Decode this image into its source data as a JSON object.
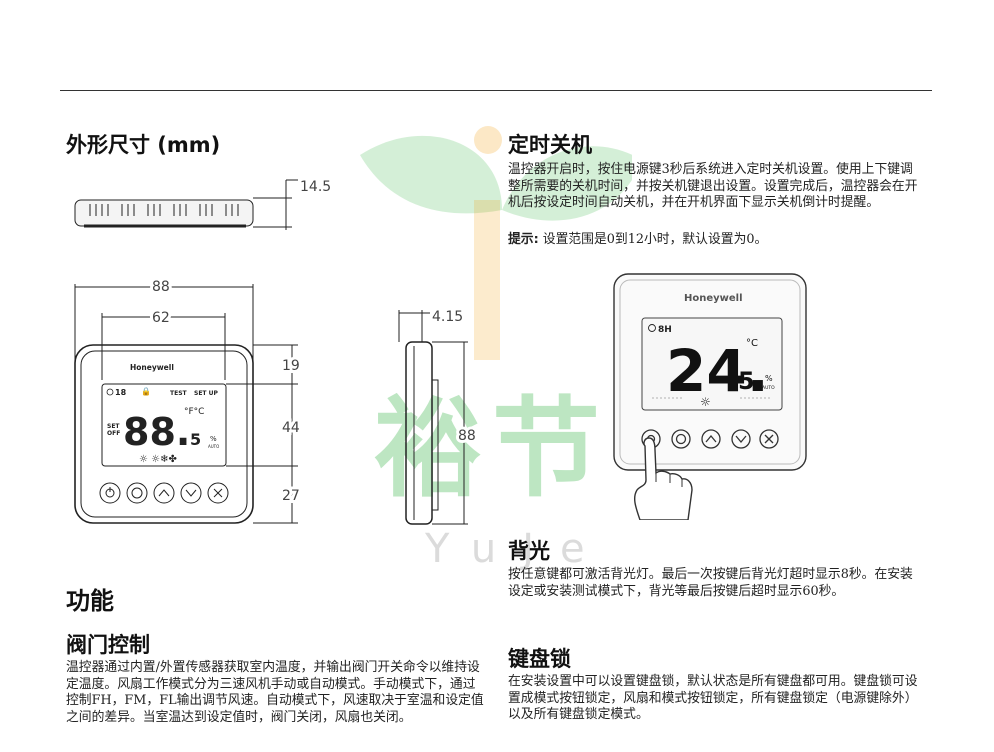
{
  "watermark": {
    "chars": "裕节",
    "latin": "YuJe"
  },
  "dimensions": {
    "title": "外形尺寸 (mm)",
    "d_depth": "14.5",
    "d_width": "88",
    "d_inner": "62",
    "d_top": "19",
    "d_mid": "44",
    "d_bot": "27",
    "d_side_depth": "4.15",
    "d_height": "88"
  },
  "device": {
    "brand": "Honeywell",
    "icon_text_time": "18",
    "lcd_test": "TEST",
    "lcd_setup": "SET UP",
    "lcd_set": "SET",
    "lcd_off": "OFF",
    "lcd_digits": "88.",
    "lcd_decimal": "5",
    "lcd_unit": "°F°C",
    "lcd_auto": "AUTO",
    "lcd_fan": "%"
  },
  "timer": {
    "title": "定时关机",
    "body": "温控器开启时，按住电源键3秒后系统进入定时关机设置。使用上下键调整所需要的关机时间，并按关机键退出设置。设置完成后，温控器会在开机后按设定时间自动关机，并在开机界面下显示关机倒计时提醒。",
    "tip_label": "提示:",
    "tip_text": " 设置范围是0到12小时，默认设置为0。"
  },
  "photo_device": {
    "brand": "Honeywell",
    "timer_text": "8H",
    "temp": "24.",
    "temp_decimal": "5",
    "unit": "°C",
    "auto": "AUTO"
  },
  "features": {
    "title": "功能"
  },
  "valve": {
    "title": "阀门控制",
    "body": "温控器通过内置/外置传感器获取室内温度，并输出阀门开关命令以维持设定温度。风扇工作模式分为三速风机手动或自动模式。手动模式下，通过控制FH，FM，FL输出调节风速。自动模式下，风速取决于室温和设定值之间的差异。当室温达到设定值时，阀门关闭，风扇也关闭。"
  },
  "backlight": {
    "title": "背光",
    "body": "按任意键都可激活背光灯。最后一次按键后背光灯超时显示8秒。在安装设定或安装测试模式下，背光等最后按键后超时显示60秒。"
  },
  "keylock": {
    "title": "键盘锁",
    "body": "在安装设置中可以设置键盘锁，默认状态是所有键盘都可用。键盘锁可设置成模式按钮锁定，风扇和模式按钮锁定，所有键盘锁定（电源键除外）以及所有键盘锁定模式。"
  }
}
